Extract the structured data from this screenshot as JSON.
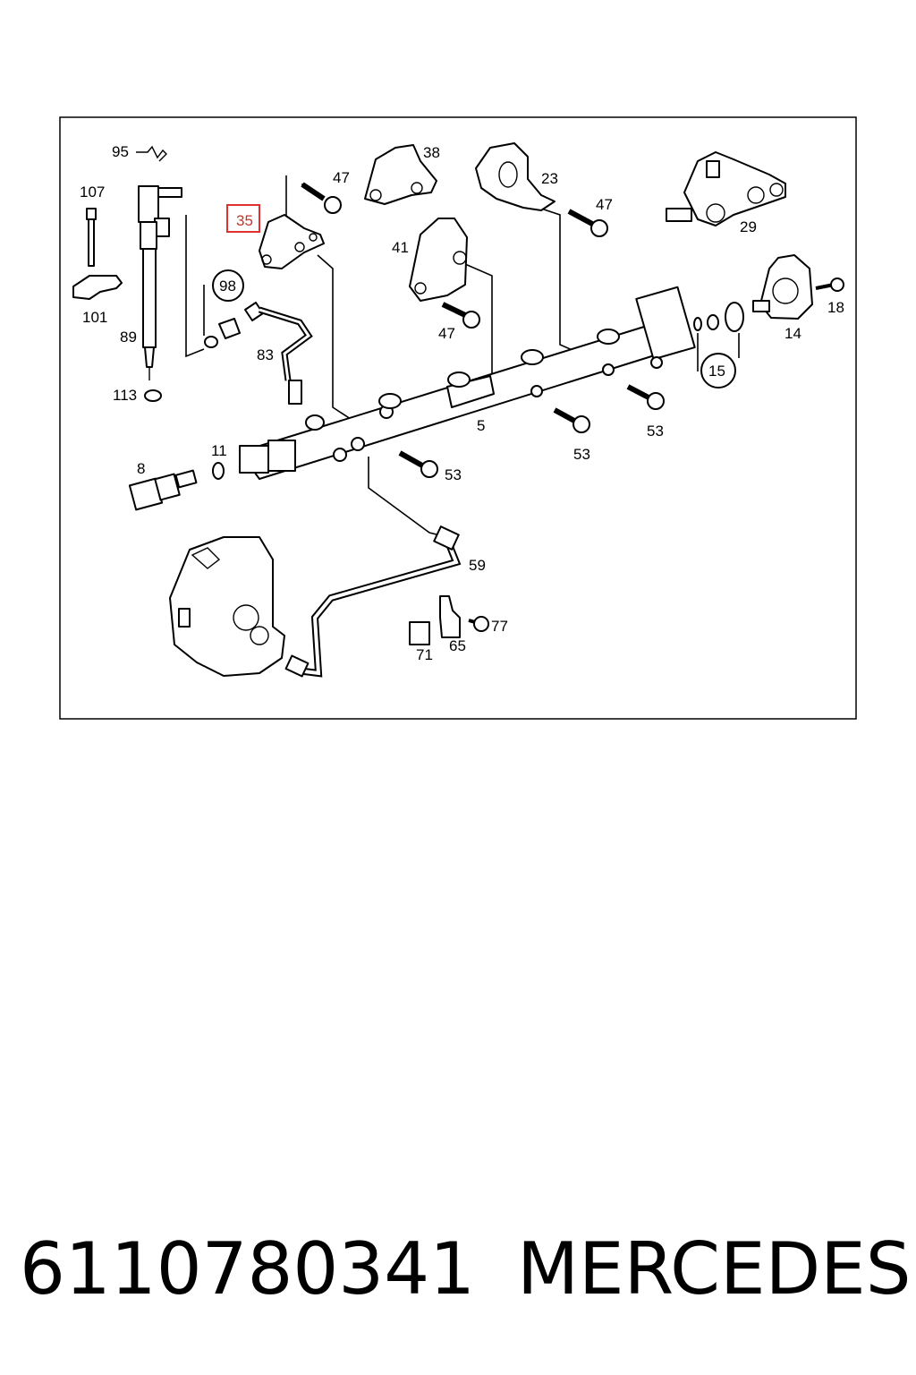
{
  "diagram": {
    "labels": {
      "l95": "95",
      "l107": "107",
      "l101": "101",
      "l89": "89",
      "l113": "113",
      "l98": "98",
      "l35": "35",
      "l47a": "47",
      "l38": "38",
      "l23": "23",
      "l47b": "47",
      "l29": "29",
      "l41": "41",
      "l47c": "47",
      "l18": "18",
      "l14": "14",
      "l15": "15",
      "l83": "83",
      "l5": "5",
      "l53a": "53",
      "l53b": "53",
      "l53c": "53",
      "l11": "11",
      "l8": "8",
      "l59": "59",
      "l77": "77",
      "l71": "71",
      "l65": "65"
    },
    "highlight_color": "#e03030"
  },
  "footer": {
    "part_number": "6110780341",
    "brand": "MERCEDES"
  }
}
